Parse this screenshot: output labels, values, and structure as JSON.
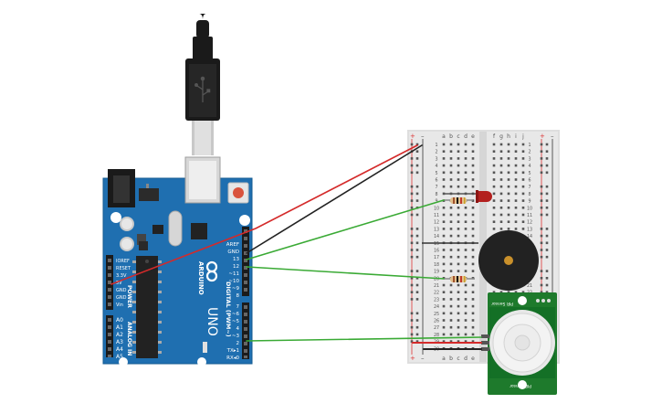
{
  "arduino": {
    "board_name": "UNO",
    "brand": "ARDUINO",
    "power_label": "POWER",
    "analog_label": "ANALOG IN",
    "digital_label": "DIGITAL (PWM~)",
    "power_pins": [
      "IOREF",
      "RESET",
      "3.3V",
      "5V",
      "GND",
      "GND",
      "Vin"
    ],
    "analog_pins": [
      "A0",
      "A1",
      "A2",
      "A3",
      "A4",
      "A5"
    ],
    "digital_top": [
      "AREF",
      "GND",
      "13",
      "12",
      "~11",
      "~10",
      "~9",
      "8"
    ],
    "digital_bottom": [
      "7",
      "~6",
      "~5",
      "4",
      "~3",
      "2",
      "TX▸1",
      "RX◂0"
    ],
    "colors": {
      "board": "#1f6fb0",
      "edge": "#155b92",
      "chip": "#222222"
    }
  },
  "usb_cable": {
    "icon": "usb-icon"
  },
  "breadboard": {
    "cols_left": [
      "a",
      "b",
      "c",
      "d",
      "e"
    ],
    "cols_right": [
      "f",
      "g",
      "h",
      "i",
      "j"
    ],
    "rail_plus": "+",
    "rail_minus": "–",
    "row_numbers": [
      "1",
      "2",
      "3",
      "4",
      "5",
      "6",
      "7",
      "8",
      "9",
      "10",
      "11",
      "12",
      "13",
      "14",
      "15",
      "16",
      "17",
      "18",
      "19",
      "20",
      "21",
      "22",
      "23",
      "24",
      "25",
      "26",
      "27",
      "28",
      "29",
      "30"
    ]
  },
  "components": {
    "led_color": "#b3201e",
    "buzzer_color": "#222222",
    "pir_color": "#1e7a2c"
  },
  "pir_sensor": {
    "top_label": "PIR Sensor",
    "bottom_label": "PIR Sensor"
  },
  "wires": {
    "colors": {
      "power": "#d42a2a",
      "ground": "#222222",
      "signal": "#3aaa35"
    }
  }
}
